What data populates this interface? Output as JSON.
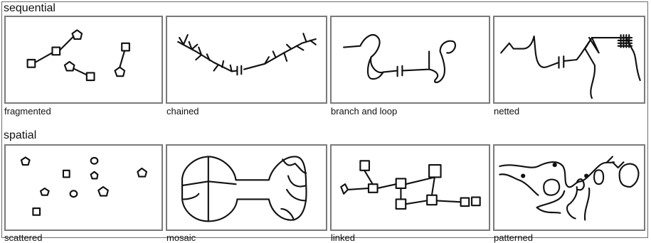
{
  "sections": {
    "sequential": "sequential",
    "spatial": "spatial"
  },
  "panels": {
    "fragmented": "fragmented",
    "chained": "chained",
    "branch_loop": "branch and loop",
    "netted": "netted",
    "scattered": "scattered",
    "mosaic": "mosaic",
    "linked": "linked",
    "patterned": "patterned"
  }
}
